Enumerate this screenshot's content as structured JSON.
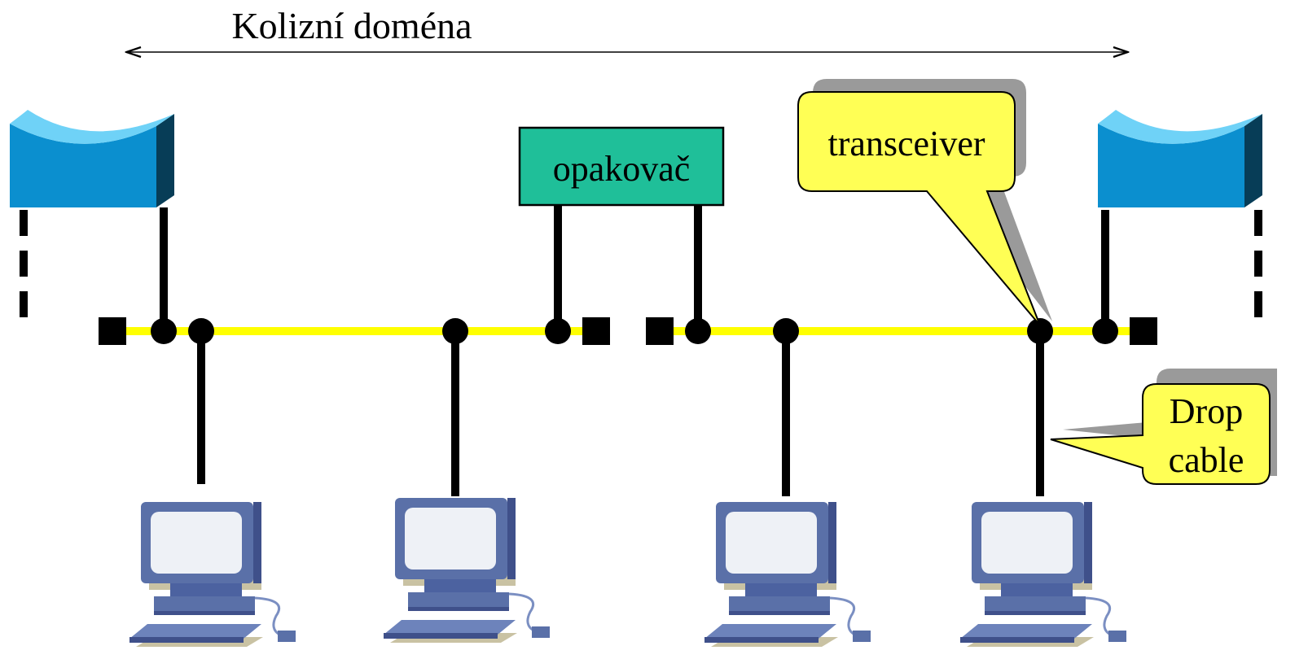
{
  "labels": {
    "collision_domain": "Kolizní doména",
    "repeater": "opakovač",
    "transceiver": "transceiver",
    "drop_cable_line1": "Drop",
    "drop_cable_line2": "cable"
  },
  "colors": {
    "bus": "#ffff00",
    "repeater_fill": "#1fbf99",
    "callout_fill": "#ffff55",
    "callout_shadow": "#9a9a9a",
    "router_front": "#0b8fcf",
    "router_top": "#6fd2f7",
    "router_side": "#073d57",
    "pc_body": "#5a70a8",
    "pc_dark": "#3f508a",
    "pc_screen": "#eef1f6",
    "pc_shadow": "#c9c2a3"
  },
  "icons": {
    "router": "router-icon",
    "workstation": "workstation-icon",
    "tap": "tap-node-icon",
    "terminator": "terminator-icon"
  }
}
